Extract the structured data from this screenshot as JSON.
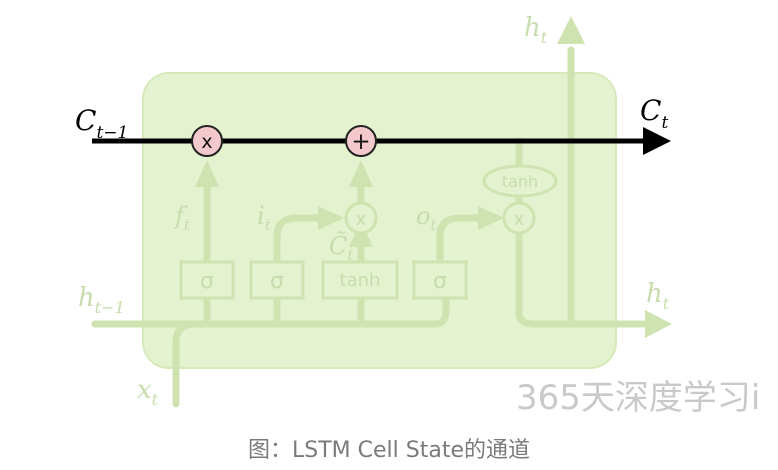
{
  "labels": {
    "c_prev": "C",
    "c_prev_sub": "t−1",
    "c_next": "C",
    "c_next_sub": "t",
    "h_prev": "h",
    "h_prev_sub": "t−1",
    "h_out_top": "h",
    "h_out_top_sub": "t",
    "h_out_right": "h",
    "h_out_right_sub": "t",
    "x_in": "x",
    "x_in_sub": "t",
    "f_t": "f",
    "f_t_sub": "t",
    "i_t": "i",
    "i_t_sub": "t",
    "c_tilde": "C̃",
    "c_tilde_sub": "t",
    "o_t": "o",
    "o_t_sub": "t"
  },
  "ops": {
    "forget_multiply": "x",
    "add": "+",
    "input_multiply": "x",
    "output_multiply": "x",
    "cell_tanh": "tanh"
  },
  "gates": {
    "forget": "σ",
    "input": "σ",
    "candidate": "tanh",
    "output": "σ"
  },
  "caption": "图：LSTM Cell State的通道",
  "watermark": "365天深度学习i",
  "colors": {
    "cell_fill": "#e4f2cf",
    "cell_stroke": "#d6eaba",
    "faded_path": "#cfe3b0",
    "faded_text": "#c7dcac",
    "highlight_line": "#000000",
    "op_fill": "#f4c9cd",
    "op_stroke": "#222222"
  }
}
